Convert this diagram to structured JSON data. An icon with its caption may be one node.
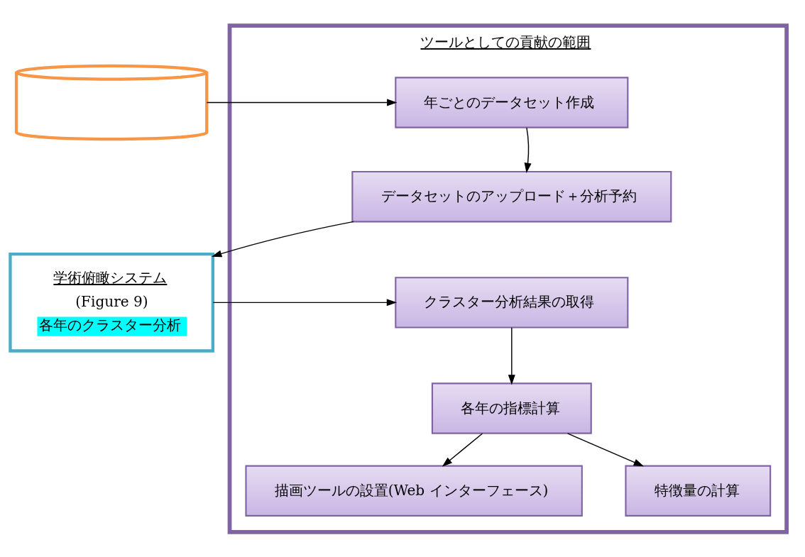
{
  "diagram": {
    "nodes": [
      {
        "text": [],
        "shape": "cylinder"
      },
      {
        "text": [
          "学術俯瞰システム",
          "(Figure 9)",
          "各年のクラスター分析"
        ]
      },
      {
        "text": [
          "ツールとしての貢献の範囲"
        ]
      },
      {
        "text": [
          "年ごとのデータセット作成"
        ],
        "in": 2
      },
      {
        "text": [
          "データセットのアップロード＋分析予約"
        ],
        "in": 2
      },
      {
        "text": [
          "クラスター分析結果の取得"
        ],
        "in": 2
      },
      {
        "text": [
          "各年の指標計算"
        ],
        "in": 2
      },
      {
        "text": [
          "描画ツールの設置(Web インターフェース)"
        ],
        "in": 2
      },
      {
        "text": [
          "特徴量の計算"
        ],
        "in": 2
      }
    ],
    "edges": [
      {
        "from": 0,
        "to": 3,
        "arrow": "to"
      },
      {
        "from": 3,
        "to": 4,
        "arrow": "to"
      },
      {
        "from": 4,
        "to": 1,
        "arrow": "to"
      },
      {
        "from": 1,
        "to": 5,
        "arrow": "to"
      },
      {
        "from": 5,
        "to": 6,
        "arrow": "to"
      },
      {
        "from": 6,
        "to": 7,
        "arrow": "to"
      },
      {
        "from": 6,
        "to": 8,
        "arrow": "to"
      }
    ]
  }
}
